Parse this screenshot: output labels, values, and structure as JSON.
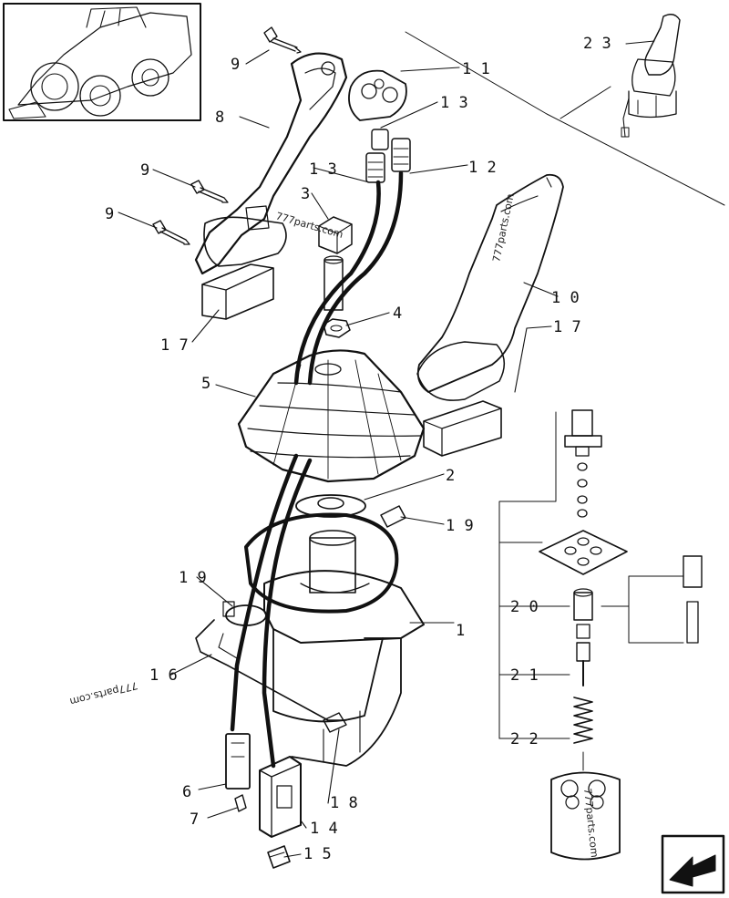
{
  "diagram": {
    "callouts": {
      "c1": "1",
      "c2": "2",
      "c3": "3",
      "c4": "4",
      "c5": "5",
      "c6": "6",
      "c7": "7",
      "c8": "8",
      "c9a": "9",
      "c9b": "9",
      "c9c": "9",
      "c10": "1 0",
      "c11": "1 1",
      "c12": "1 2",
      "c13a": "1 3",
      "c13b": "1 3",
      "c14": "1 4",
      "c15": "1 5",
      "c16": "1 6",
      "c17a": "1 7",
      "c17b": "1 7",
      "c18": "1 8",
      "c19a": "1 9",
      "c19b": "1 9",
      "c20": "2 0",
      "c21": "2 1",
      "c22": "2 2",
      "c23": "2 3"
    },
    "watermarks": {
      "w1": "777parts.com",
      "w2": "777parts.com",
      "w3": "777parts.com",
      "w4": "777parts.com"
    }
  }
}
